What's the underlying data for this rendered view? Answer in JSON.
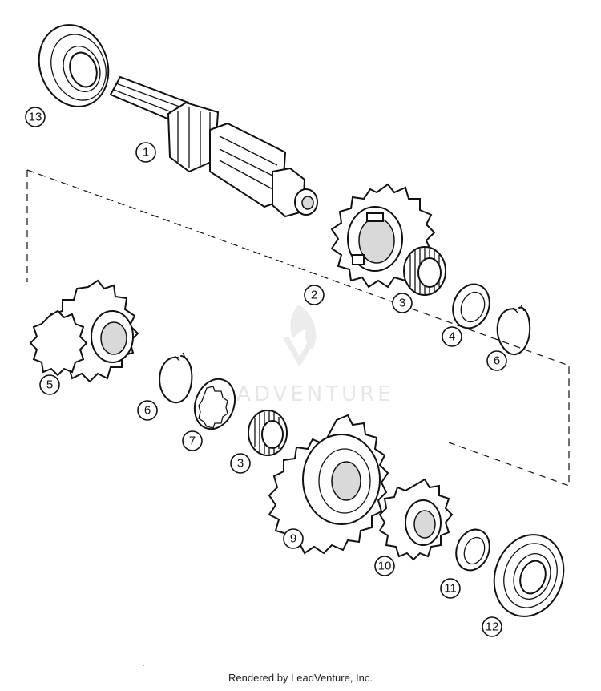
{
  "callouts": [
    "13",
    "1",
    "2",
    "3",
    "4",
    "6",
    "5",
    "6",
    "7",
    "3",
    "9",
    "10",
    "11",
    "12"
  ],
  "watermark": "LEADVENTURE",
  "footer": "Rendered by LeadVenture, Inc."
}
